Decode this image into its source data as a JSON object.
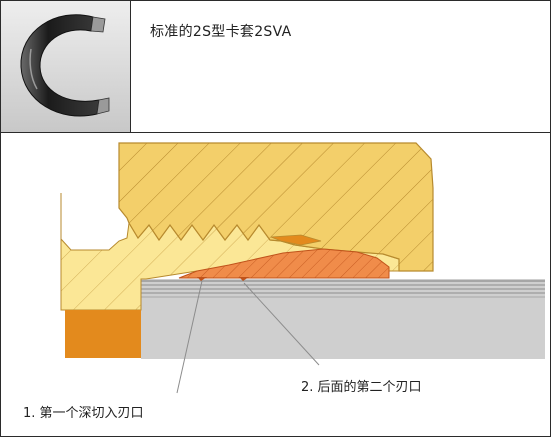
{
  "header": {
    "caption": "标准的2S型卡套2SVA"
  },
  "diagram": {
    "callouts": [
      {
        "text": "1. 第一个深切入刃口"
      },
      {
        "text": "2. 后面的第二个刃口"
      }
    ]
  },
  "colors": {
    "nut_fill": "#f3cf6a",
    "nut_stroke": "#b78a2e",
    "body_fill": "#fbe796",
    "ring_fill": "#f08c4a",
    "dark_orange": "#e38a1d",
    "tube_fill": "#cfcfcf",
    "tube_stripe": "#8e8e8e"
  },
  "icons": {
    "thumbnail": "cutting-ring-photo-icon"
  }
}
